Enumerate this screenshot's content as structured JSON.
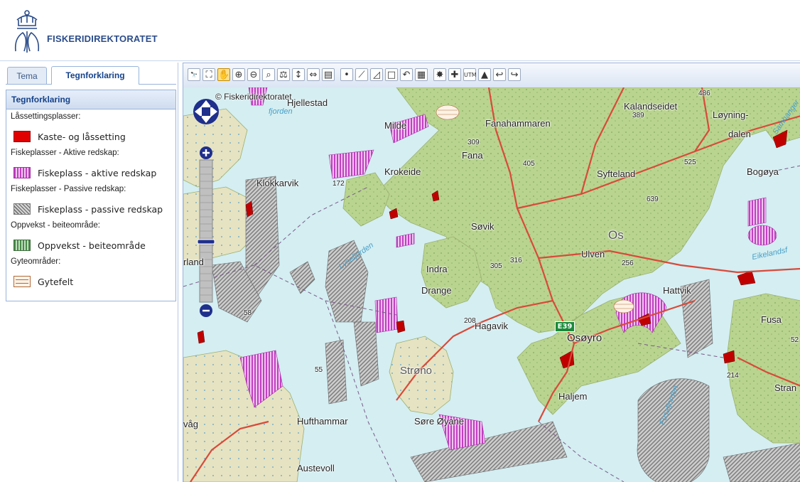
{
  "header": {
    "logo_text": "FISKERIDIREKTORATET",
    "logo_icon": "crown-fish-emblem-icon"
  },
  "tabs": [
    {
      "label": "Tema",
      "active": false
    },
    {
      "label": "Tegnforklaring",
      "active": true
    }
  ],
  "legend": {
    "title": "Tegnforklaring",
    "groups": [
      {
        "category": "Låssettingsplasser:",
        "item": "Kaste- og låssetting",
        "swatch": "#e00000"
      },
      {
        "category": "Fiskeplasser - Aktive redskap:",
        "item": "Fiskeplass - aktive redskap",
        "swatch": "#c040c0"
      },
      {
        "category": "Fiskeplasser - Passive redskap:",
        "item": "Fiskeplass - passive redskap",
        "swatch": "#808080"
      },
      {
        "category": "Oppvekst - beiteområde:",
        "item": "Oppvekst - beiteområde",
        "swatch": "#4a8a4a"
      },
      {
        "category": "Gyteområder:",
        "item": "Gytefelt",
        "swatch": "#b06a3a"
      }
    ]
  },
  "toolbar": {
    "tools": [
      "binoculars-icon",
      "zoom-extent-icon",
      "pan-hand-icon",
      "zoom-in-icon",
      "zoom-out-icon",
      "zoom-box-icon",
      "scale-icon",
      "move-icon",
      "measure-icon",
      "print-icon",
      "point-icon",
      "line-icon",
      "polygon-icon",
      "rectangle-icon",
      "clear-icon",
      "info-icon",
      "sun-icon",
      "red-cross-icon",
      "utm-icon",
      "layers-icon",
      "undo-icon",
      "redo-icon"
    ],
    "labels": [
      "🔭",
      "⛶",
      "✋",
      "⊕",
      "⊖",
      "⌕",
      "⚖",
      "↕",
      "⇔",
      "▤",
      "•",
      "⟋",
      "◿",
      "□",
      "↶",
      "▦",
      "✸",
      "✚",
      "UTM",
      "▲",
      "↩",
      "↪"
    ]
  },
  "map": {
    "copyright": "© Fiskeridirektoratet",
    "colors": {
      "sea": "#d4eef2",
      "land": "#e7e4c4",
      "forest": "#b7d491",
      "road": "#d84a3a",
      "restricted_grey": "#999999"
    },
    "places": [
      {
        "name": "Hjellestad",
        "cls": "lbl-town"
      },
      {
        "name": "Milde",
        "cls": "lbl-town"
      },
      {
        "name": "Fanahammaren",
        "cls": "lbl-town"
      },
      {
        "name": "Kalandseidet",
        "cls": "lbl-town"
      },
      {
        "name": "Løyning-",
        "cls": "lbl-town"
      },
      {
        "name": "dalen",
        "cls": "lbl-town"
      },
      {
        "name": "Fana",
        "cls": "lbl-town"
      },
      {
        "name": "Krokeide",
        "cls": "lbl-town"
      },
      {
        "name": "Klokkarvik",
        "cls": "lbl-town"
      },
      {
        "name": "Syfteland",
        "cls": "lbl-town"
      },
      {
        "name": "Bogøya",
        "cls": "lbl-town"
      },
      {
        "name": "Os",
        "cls": "lbl-big"
      },
      {
        "name": "Søvik",
        "cls": "lbl-town"
      },
      {
        "name": "Ulven",
        "cls": "lbl-town"
      },
      {
        "name": "Indra",
        "cls": "lbl-town"
      },
      {
        "name": "Drange",
        "cls": "lbl-town"
      },
      {
        "name": "Hattvik",
        "cls": "lbl-town"
      },
      {
        "name": "Hagavik",
        "cls": "lbl-town"
      },
      {
        "name": "Osøyro",
        "cls": "lbl-big"
      },
      {
        "name": "Fusa",
        "cls": "lbl-town"
      },
      {
        "name": "Strøno",
        "cls": "lbl-big"
      },
      {
        "name": "Haljem",
        "cls": "lbl-town"
      },
      {
        "name": "Stran",
        "cls": "lbl-town"
      },
      {
        "name": "Hufthammar",
        "cls": "lbl-town"
      },
      {
        "name": "Søre Øyane",
        "cls": "lbl-town"
      },
      {
        "name": "Austevoll",
        "cls": "lbl-town"
      },
      {
        "name": "rland",
        "cls": "lbl-town"
      },
      {
        "name": "våg",
        "cls": "lbl-town"
      },
      {
        "name": "fjorden",
        "cls": "lbl-water"
      },
      {
        "name": "Eikelandsf",
        "cls": "lbl-water"
      },
      {
        "name": "Samnanger",
        "cls": "lbl-water"
      },
      {
        "name": "Fusafjorden",
        "cls": "lbl-water"
      },
      {
        "name": "Lysefjorden",
        "cls": "lbl-water"
      }
    ],
    "heights": [
      "486",
      "389",
      "309",
      "405",
      "525",
      "639",
      "172",
      "316",
      "305",
      "256",
      "208",
      "58",
      "55",
      "214",
      "52"
    ],
    "road_sign": "E39"
  }
}
